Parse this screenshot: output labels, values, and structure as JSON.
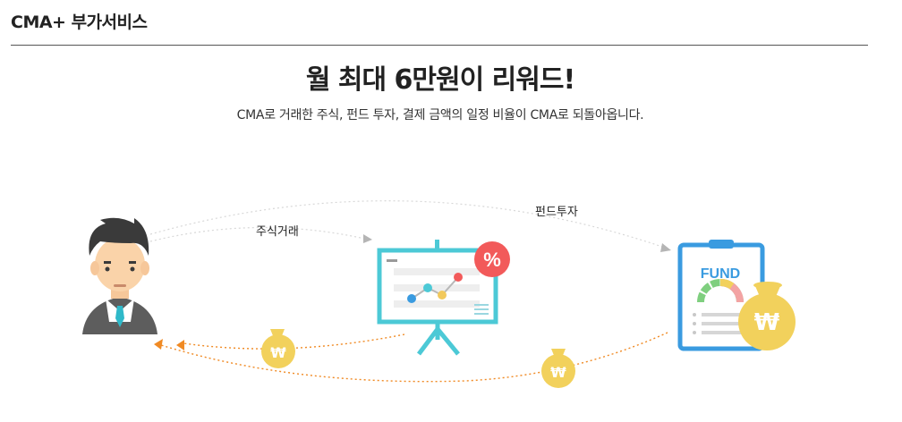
{
  "section": {
    "title": "CMA+ 부가서비스"
  },
  "hero": {
    "headline": "월 최대 6만원이 리워드!",
    "description": "CMA로 거래한 주식, 펀드 투자, 결제 금액의 일정 비율이 CMA로 되돌아옵니다."
  },
  "flow": {
    "stock_label": "주식거래",
    "fund_label": "펀드투자",
    "board_badge": "%",
    "fund_card_title": "FUND",
    "coin_symbol": "₩"
  },
  "colors": {
    "accent_teal": "#4cc9d6",
    "badge_red": "#f25a5a",
    "coin_gold": "#f2d15c",
    "fund_blue": "#3a9be0",
    "arrow_orange": "#f08a24"
  }
}
